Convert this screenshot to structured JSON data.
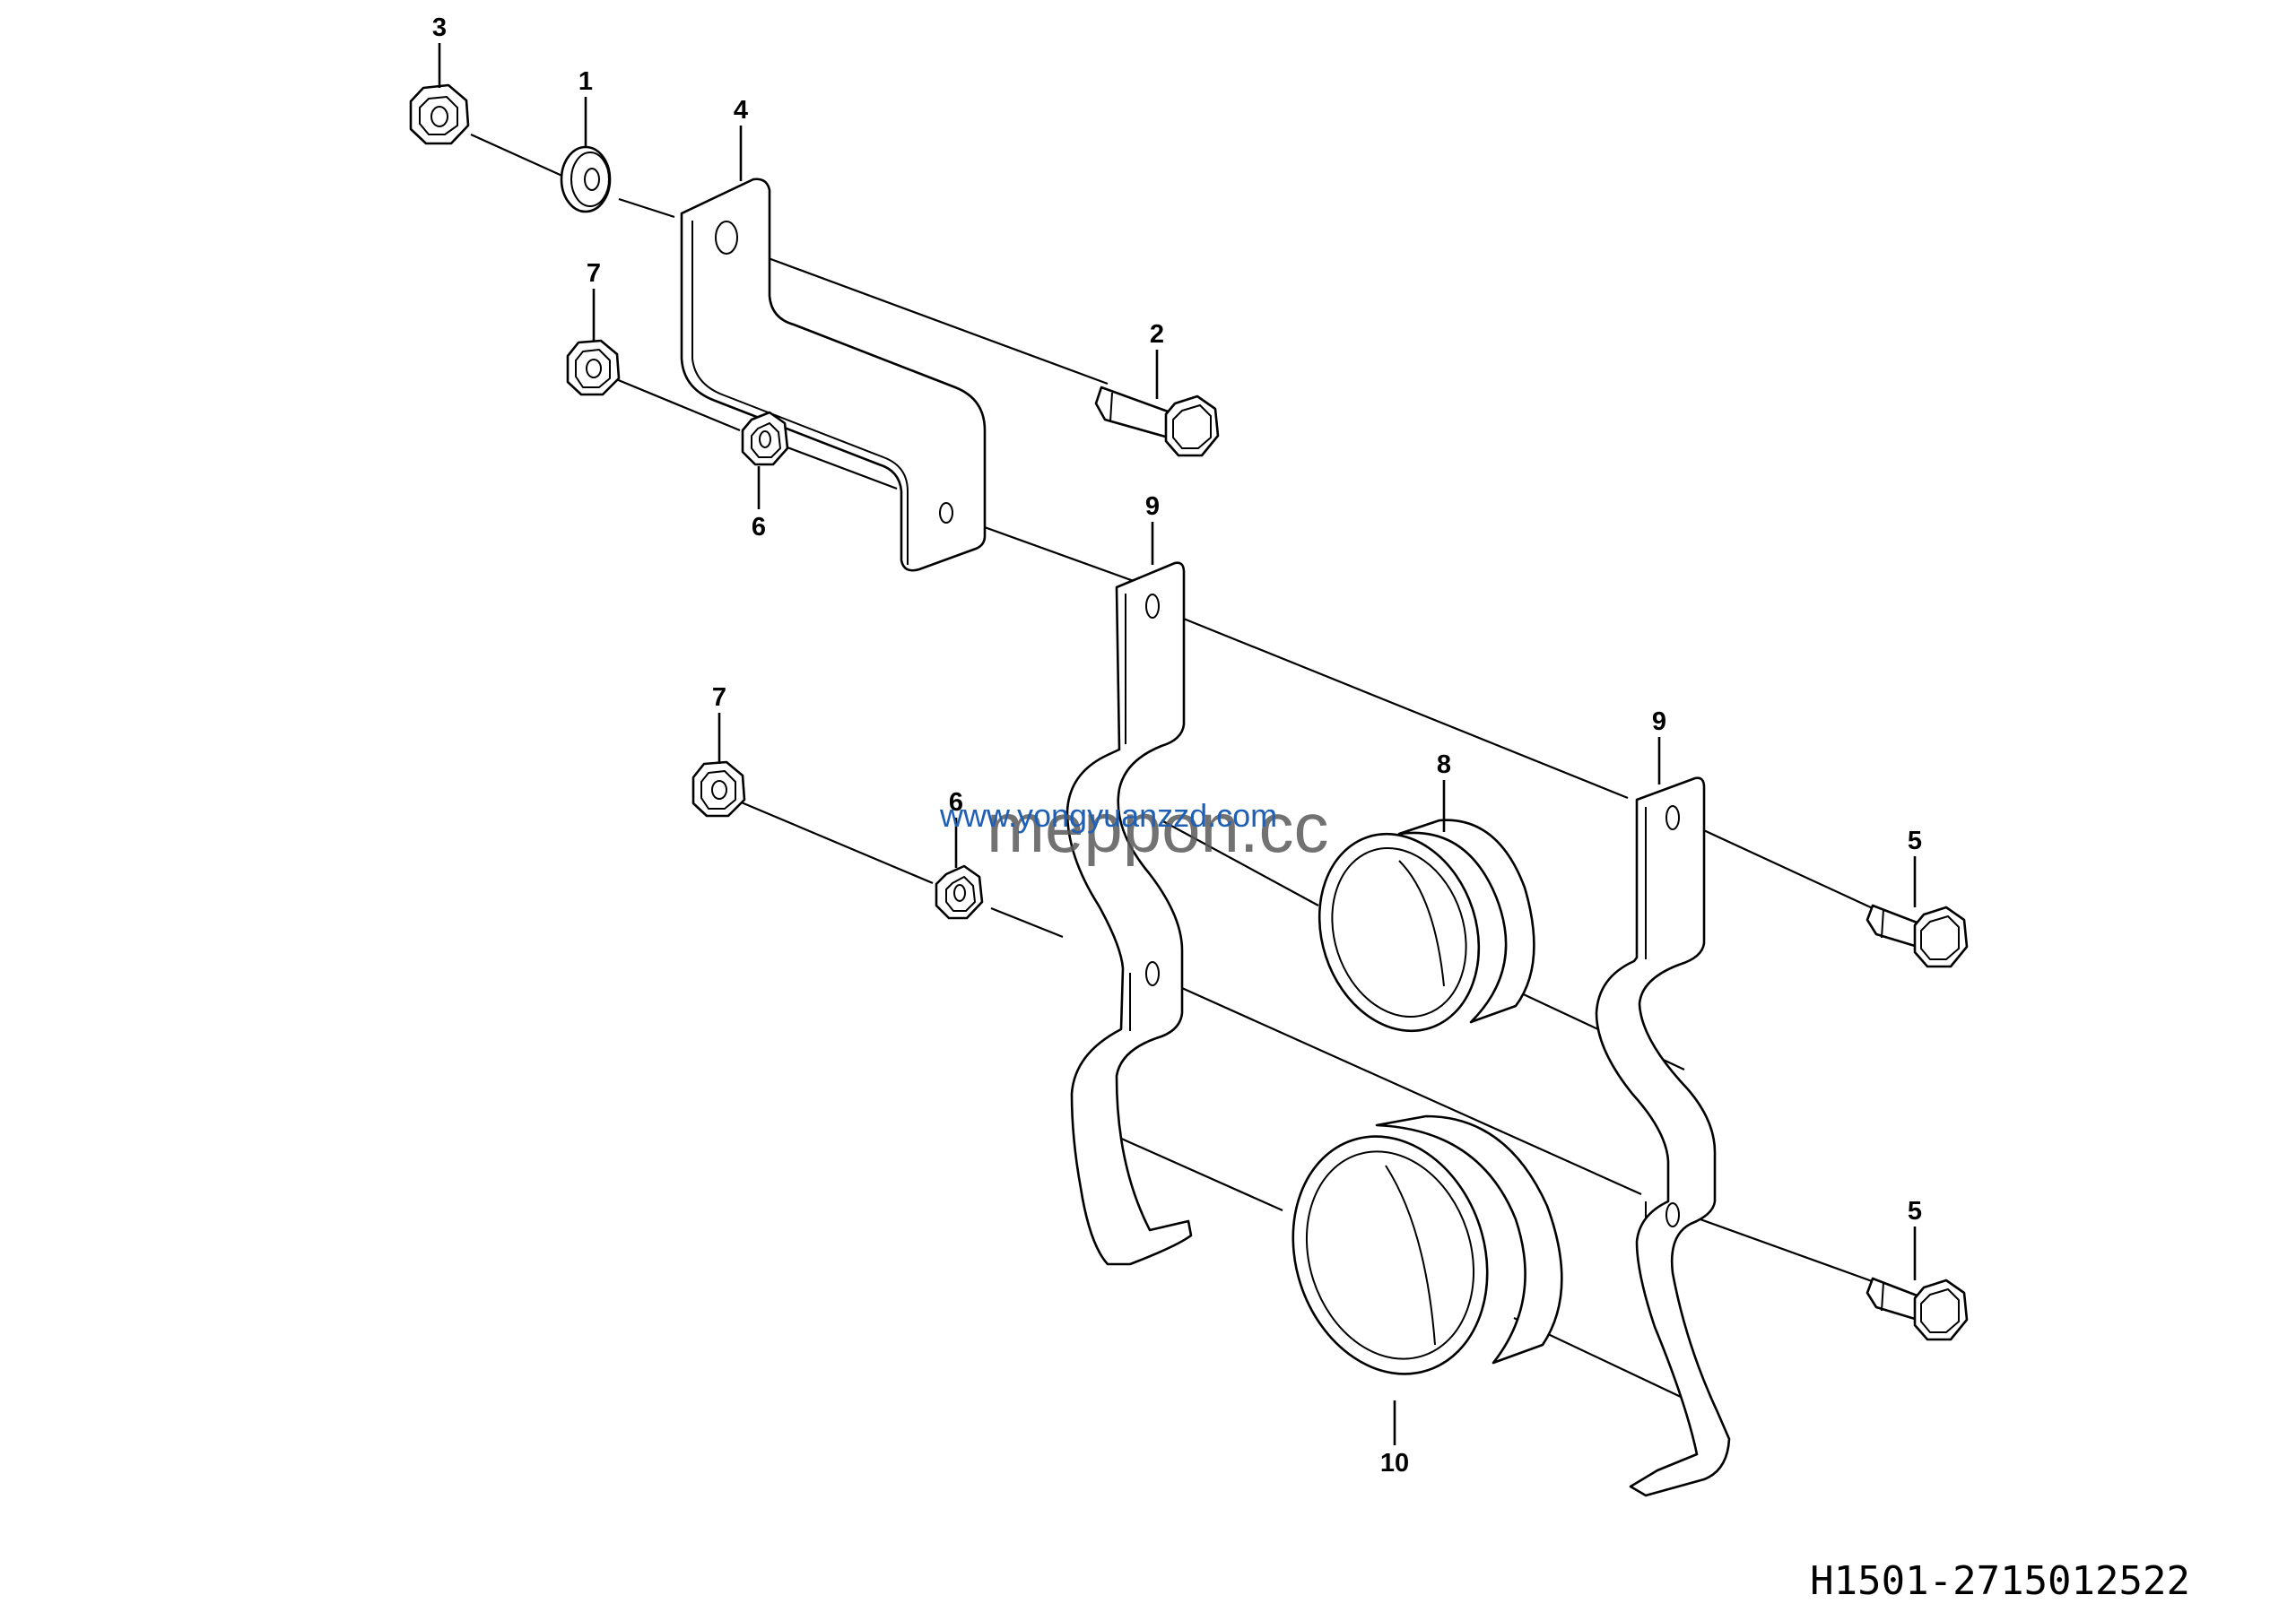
{
  "callouts": {
    "c1": "1",
    "c2": "2",
    "c3": "3",
    "c4": "4",
    "c5a": "5",
    "c5b": "5",
    "c6a": "6",
    "c6b": "6",
    "c7a": "7",
    "c7b": "7",
    "c8": "8",
    "c9a": "9",
    "c9b": "9",
    "c10": "10"
  },
  "watermark": {
    "gray": "meppon.cc",
    "blue": "www.yongyuanzzd.com"
  },
  "drawing_number": "H1501-2715012522"
}
